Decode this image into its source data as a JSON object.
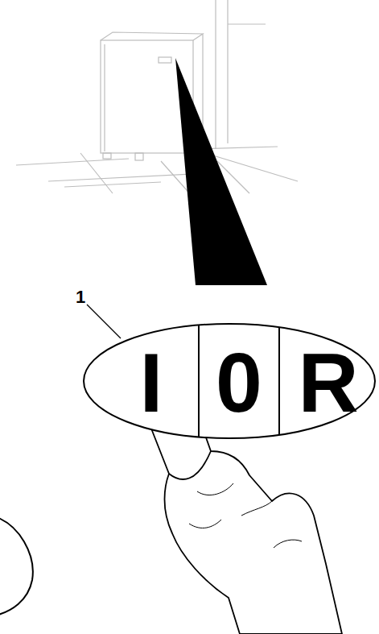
{
  "diagram": {
    "nodes": [
      {
        "text": [
          "I",
          "0",
          "R"
        ]
      }
    ],
    "labels": [
      "1"
    ]
  }
}
